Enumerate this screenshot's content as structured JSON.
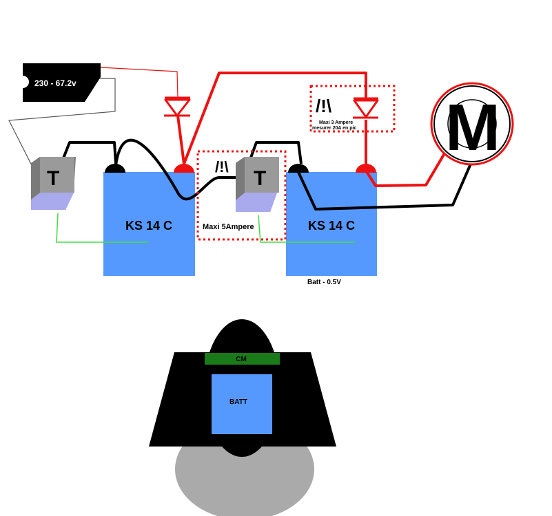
{
  "charger": {
    "label": "230 - 67.2v"
  },
  "batteries": [
    {
      "label": "KS 14 C"
    },
    {
      "label": "KS 14 C",
      "note": "Batt - 0.5V"
    }
  ],
  "thermal_switches": [
    {
      "label": "T"
    },
    {
      "label": "T"
    }
  ],
  "warnings": {
    "fuse_5a": {
      "symbol": "/!\\",
      "text": "Maxi 5Ampere"
    },
    "fuse_3a": {
      "symbol": "/!\\",
      "line1": "Maxi 3 Ampere",
      "line2": "mesurer 20A en pic"
    }
  },
  "motor": {
    "label": "M"
  },
  "vehicle": {
    "cm_label": "CM",
    "batt_label": "BATT"
  },
  "colors": {
    "battery": "#5599ff",
    "wire_positive": "#ee1111",
    "wire_negative": "#000000",
    "wire_sense": "#44dd44",
    "switch_top": "#999999",
    "switch_bottom": "#a9a9ee",
    "cm_bar": "#1a7a1a",
    "wheel": "#aaaaaa"
  }
}
